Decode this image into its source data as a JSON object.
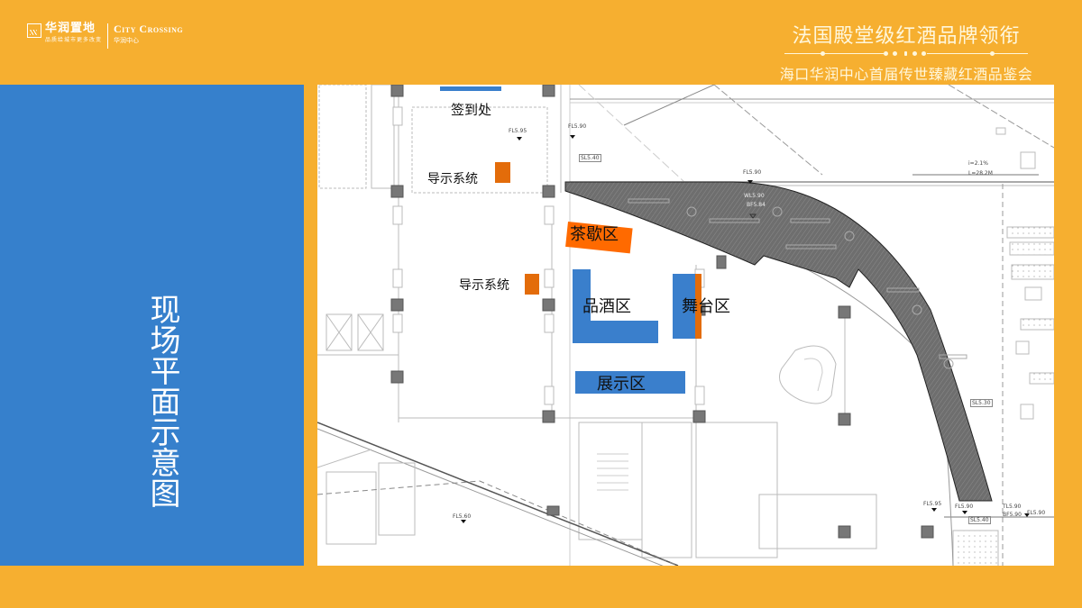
{
  "header": {
    "logo": {
      "cn_name": "华润置地",
      "cn_slogan": "品质给城市更多改变",
      "en_name": "City Crossing",
      "en_sub": "华润中心"
    },
    "title_main": "法国殿堂级红酒品牌领衔",
    "title_sub": "海口华润中心首届传世臻藏红酒品鉴会"
  },
  "side_panel": {
    "title": "现场平面示意图"
  },
  "colors": {
    "background": "#F6AF30",
    "panel_blue": "#3680CC",
    "zone_blue": "#3A7FCC",
    "zone_orange": "#E36C0A",
    "tea_orange": "#FF6A00",
    "hatch_gray": "#6E6E6E"
  },
  "map": {
    "zones": {
      "checkin": "签到处",
      "guide_top": "导示系统",
      "guide_mid": "导示系统",
      "tea_break": "茶歇区",
      "wine_tasting": "品酒区",
      "stage": "舞台区",
      "display": "展示区"
    },
    "annotations": {
      "fl595_a": "FL5.95",
      "fl590_a": "FL5.90",
      "sl540_a": "SL5.40",
      "fl590_b": "FL5.90",
      "wl590": "WL5.90",
      "bf584": "BF5.84",
      "slope": "i=2.1%",
      "length": "L=28.2M",
      "sl530": "SL5.30",
      "fl595_b": "FL5.95",
      "fl590_c": "FL5.90",
      "sl540_b": "SL5.40",
      "tl590": "TL5.90",
      "bf590": "BF5.90",
      "fl590_d": "FL5.90",
      "fl560": "FL5.60"
    }
  }
}
